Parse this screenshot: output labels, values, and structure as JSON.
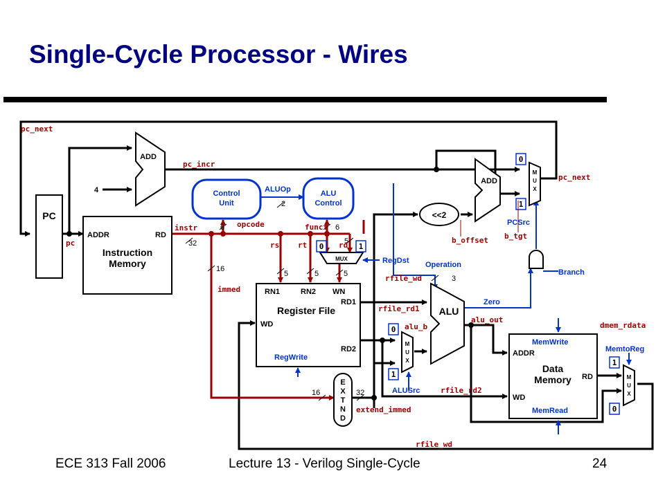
{
  "slide": {
    "title": "Single-Cycle Processor - Wires",
    "footer_left": "ECE 313 Fall 2006",
    "footer_center": "Lecture 13 - Verilog Single-Cycle",
    "footer_right": "24"
  },
  "blocks": {
    "pc": "PC",
    "add1": "ADD",
    "const_four": "4",
    "imem_addr": "ADDR",
    "imem_rd": "RD",
    "imem_title1": "Instruction",
    "imem_title2": "Memory",
    "control1": "Control",
    "control2": "Unit",
    "aluctl1": "ALU",
    "aluctl2": "Control",
    "shift": "<<2",
    "add2": "ADD",
    "mux_letters": [
      "M",
      "U",
      "X"
    ],
    "mux_rd_label": "MUX",
    "rf_rn1": "RN1",
    "rf_rn2": "RN2",
    "rf_wn": "WN",
    "rf_rd1": "RD1",
    "rf_rd2": "RD2",
    "rf_wd": "WD",
    "rf_title": "Register File",
    "rf_regwrite": "RegWrite",
    "alu": "ALU",
    "dm_addr": "ADDR",
    "dm_rd": "RD",
    "dm_wd": "WD",
    "dm_title1": "Data",
    "dm_title2": "Memory",
    "dm_memwrite": "MemWrite",
    "dm_memread": "MemRead",
    "extend_letters": [
      "E",
      "X",
      "T",
      "N",
      "D"
    ]
  },
  "nets": {
    "pc_next_left": "pc_next",
    "pc_next_right": "pc_next",
    "pc_incr": "pc_incr",
    "pc": "pc",
    "instr": "instr",
    "opcode": "opcode",
    "funct": "funct",
    "rs": "rs",
    "rt": "rt",
    "rd": "rd",
    "immed": "immed",
    "rfile_wd_top": "rfile_wd",
    "rfile_wd_bottom": "rfile_wd",
    "rfile_rd1": "rfile_rd1",
    "rfile_rd2": "rfile_rd2",
    "alu_b": "alu_b",
    "alu_out": "alu_out",
    "dmem_rdata": "dmem_rdata",
    "b_offset": "b_offset",
    "b_tgt": "b_tgt",
    "extend_immed": "extend_immed"
  },
  "controls": {
    "aluop": "ALUOp",
    "regdst": "RegDst",
    "operation": "Operation",
    "pcsrc": "PCSrc",
    "branch": "Branch",
    "zero": "Zero",
    "alusrc": "ALUSrc",
    "memtoreg": "MemtoReg"
  },
  "bus_widths": {
    "opcode": "6",
    "aluop": "2",
    "funct": "6",
    "instr": "32",
    "immed": "16",
    "rs": "5",
    "rt": "5",
    "rd": "5",
    "rt2": "5",
    "operation": "3",
    "ext_in": "16",
    "ext_out": "32"
  },
  "mux_inputs": {
    "pc_mux_top": "0",
    "pc_mux_bottom": "1",
    "rd_mux_left": "0",
    "rd_mux_right": "1",
    "alu_mux_top": "0",
    "alu_mux_bottom": "1",
    "wb_mux_top": "1",
    "wb_mux_bottom": "0"
  },
  "colors": {
    "title": "#000080",
    "data_wire": "#000000",
    "net_label": "#990000",
    "control": "#0033cc"
  }
}
